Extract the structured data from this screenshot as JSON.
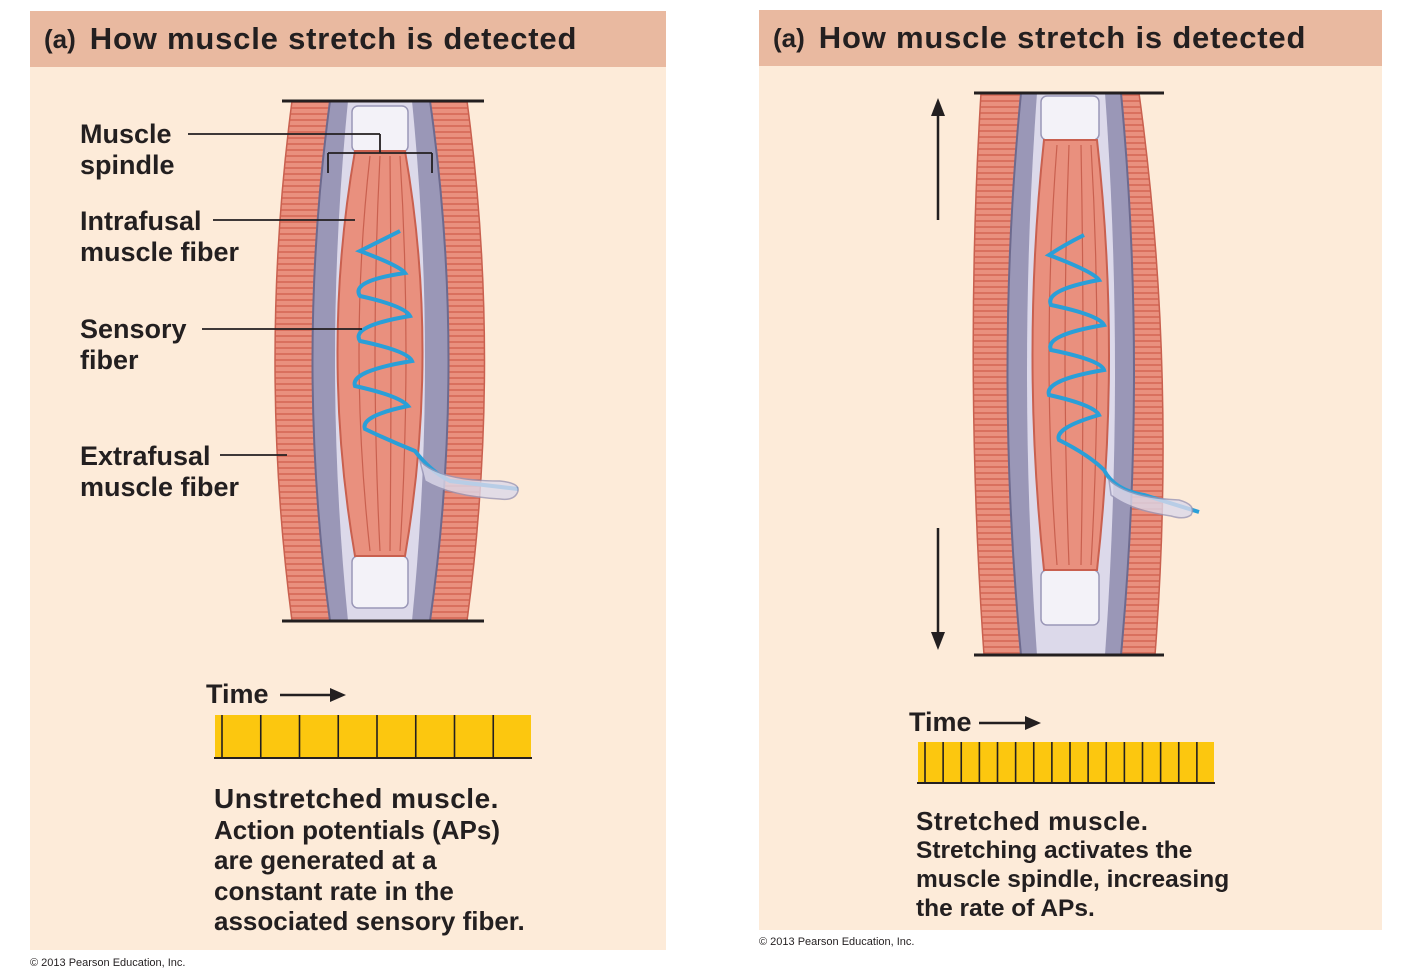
{
  "left_panel": {
    "tag": "(a)",
    "title": "How muscle stretch is detected",
    "labels": {
      "muscle_spindle": [
        "Muscle",
        "spindle"
      ],
      "intrafusal": [
        "Intrafusal",
        "muscle fiber"
      ],
      "sensory": [
        "Sensory",
        "fiber"
      ],
      "extrafusal": [
        "Extrafusal",
        "muscle fiber"
      ]
    },
    "time_label": "Time",
    "ap_count": 8,
    "caption_head": "Unstretched muscle.",
    "caption_body": [
      "Action potentials (APs)",
      "are generated at a",
      "constant rate in the",
      "associated sensory fiber."
    ]
  },
  "right_panel": {
    "tag": "(a)",
    "title": "How muscle stretch is detected",
    "time_label": "Time",
    "ap_count": 16,
    "caption_head": "Stretched muscle.",
    "caption_body": [
      "Stretching activates the",
      "muscle spindle, increasing",
      "the rate of APs."
    ]
  },
  "copyright_left": "© 2013 Pearson Education, Inc.",
  "copyright_right": "© 2013 Pearson Education, Inc.",
  "colors": {
    "panel_bg": "#fdebd9",
    "header_bg": "#e9b9a0",
    "muscle": "#e9907e",
    "muscle_dark": "#c9604f",
    "capsule": "#9a97b7",
    "capsule_light": "#dcd9ea",
    "nerve": "#2a9fd8",
    "ap_bar": "#fcc70f"
  }
}
